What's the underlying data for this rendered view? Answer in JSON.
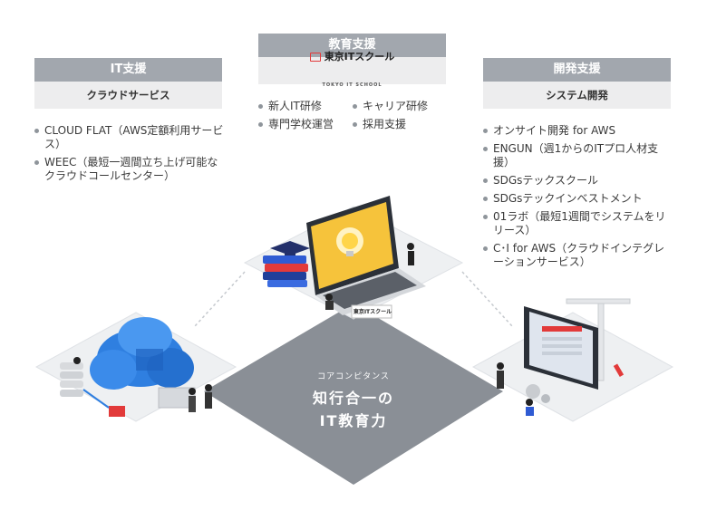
{
  "it_support": {
    "title": "IT支援",
    "subtitle": "クラウドサービス",
    "items": [
      "CLOUD FLAT（AWS定額利用サービス）",
      "WEEC（最短一週間立ち上げ可能なクラウドコールセンター）"
    ]
  },
  "education": {
    "title": "教育支援",
    "logo_text": "東京ITスクール",
    "logo_tagline": "TOKYO IT SCHOOL",
    "items_col1": [
      "新人IT研修",
      "専門学校運営"
    ],
    "items_col2": [
      "キャリア研修",
      "採用支援"
    ]
  },
  "development": {
    "title": "開発支援",
    "subtitle": "システム開発",
    "items": [
      "オンサイト開発 for AWS",
      "ENGUN（週1からのITプロ人材支援）",
      "SDGsテックスクール",
      "SDGsテックインベストメント",
      "01ラボ（最短1週間でシステムをリリース）",
      "C･I for AWS（クラウドインテグレーションサービス）"
    ]
  },
  "core": {
    "label": "コアコンピタンス",
    "title_line1": "知行合一の",
    "title_line2": "IT教育力"
  },
  "laptop_sign_text": "東京ITスクール",
  "colors": {
    "header_gray": "#a2a7ae",
    "subheader_gray": "#ededee",
    "core_gray": "#8a8f96",
    "cloud_blue": "#2f7fe0",
    "accent_red": "#e23a3a",
    "bulb_yellow": "#f6c33b"
  }
}
